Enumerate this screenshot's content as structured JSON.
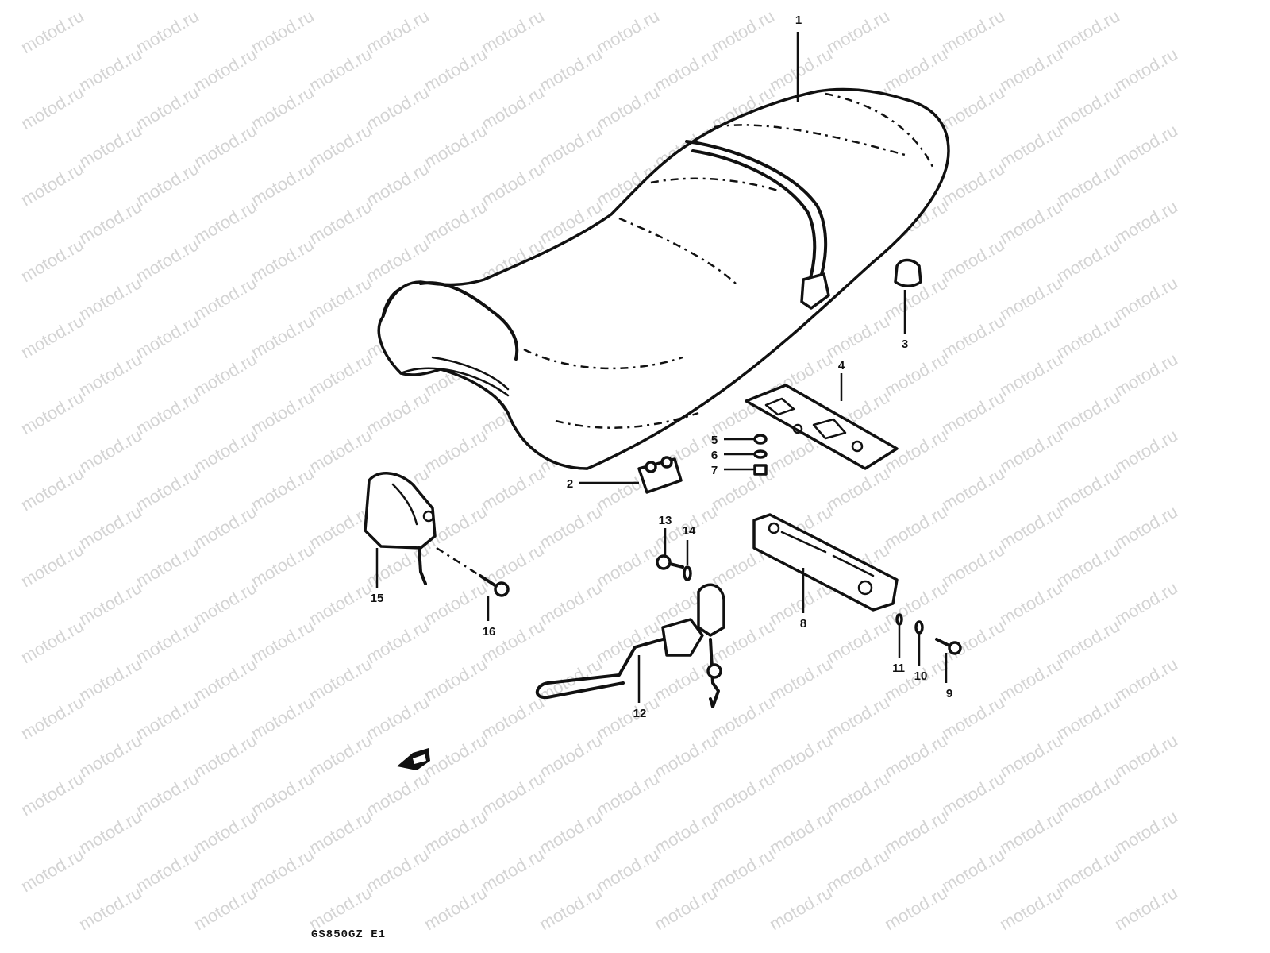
{
  "watermark": "motod.ru",
  "caption": "GS850GZ E1",
  "callouts": {
    "p1": "1",
    "p2": "2",
    "p3": "3",
    "p4": "4",
    "p5": "5",
    "p6": "6",
    "p7": "7",
    "p8": "8",
    "p9": "9",
    "p10": "10",
    "p11": "11",
    "p12": "12",
    "p13": "13",
    "p14": "14",
    "p15": "15",
    "p16": "16"
  }
}
